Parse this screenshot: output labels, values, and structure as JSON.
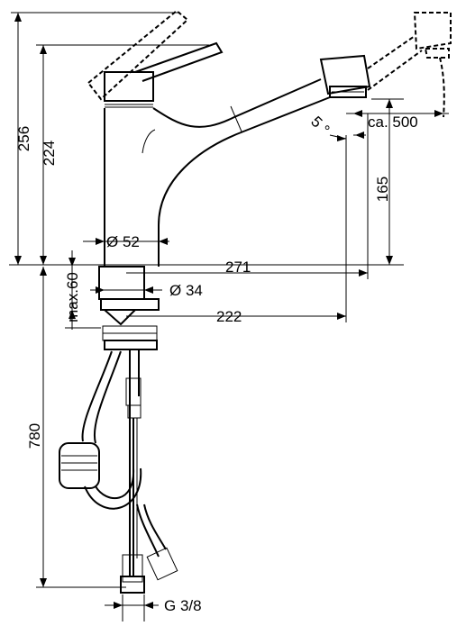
{
  "dimensions": {
    "d256": "256",
    "d224": "224",
    "d780": "780",
    "max60": "max.60",
    "dia52": "Ø 52",
    "dia34": "Ø 34",
    "d271": "271",
    "d222": "222",
    "d165": "165",
    "angle5": "5 °",
    "ca500": "ca. 500",
    "g38": "G 3/8"
  }
}
